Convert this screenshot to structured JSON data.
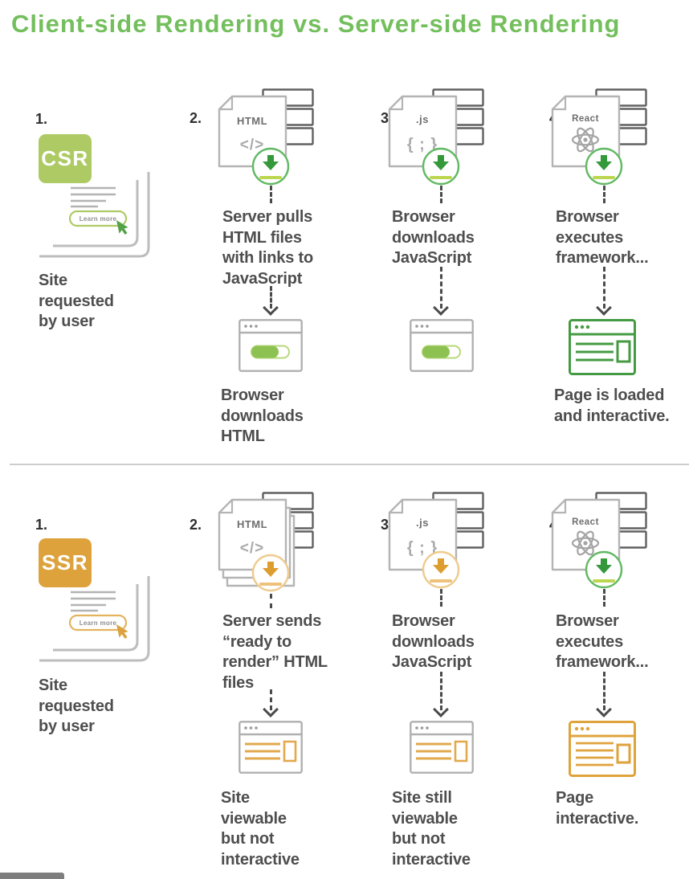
{
  "title": "Client-side Rendering vs. Server-side Rendering",
  "csr": {
    "badge": "CSR",
    "step1": {
      "num": "1.",
      "button_label": "Learn more",
      "caption": "Site requested by user"
    },
    "step2": {
      "num": "2.",
      "file_label": "HTML",
      "file_glyph": "</>",
      "caption": "Server pulls HTML files with links to JavaScript",
      "result": "Browser downloads HTML"
    },
    "step3": {
      "num": "3.",
      "file_label": ".js",
      "file_glyph": "{ ; }",
      "caption": "Browser downloads JavaScript"
    },
    "step4": {
      "num": "4.",
      "file_label": "React",
      "caption": "Browser executes framework...",
      "result": "Page is loaded and interactive."
    }
  },
  "ssr": {
    "badge": "SSR",
    "step1": {
      "num": "1.",
      "button_label": "Learn more",
      "caption": "Site requested by user"
    },
    "step2": {
      "num": "2.",
      "file_label": "HTML",
      "file_glyph": "</>",
      "caption": "Server sends “ready to render” HTML files",
      "result": "Site viewable but not interactive"
    },
    "step3": {
      "num": "3.",
      "file_label": ".js",
      "file_glyph": "{ ; }",
      "caption": "Browser downloads JavaScript",
      "result": "Site still viewable but not interactive"
    },
    "step4": {
      "num": "4.",
      "file_label": "React",
      "caption": "Browser executes framework...",
      "result": "Page interactive."
    }
  },
  "colors": {
    "title_green": "#74bf5d",
    "badge_green": "#aeca64",
    "arrow_green": "#35993c",
    "circle_green": "#62b964",
    "underline_green": "#bcd74f",
    "progress_green": "#8dc253",
    "browser_green": "#459b43",
    "badge_orange": "#dda23c",
    "accent_orange": "#dfa33c",
    "icon_gray": "#b4b4b4",
    "stack_gray": "#606060",
    "text_gray": "#4e4e4e"
  }
}
